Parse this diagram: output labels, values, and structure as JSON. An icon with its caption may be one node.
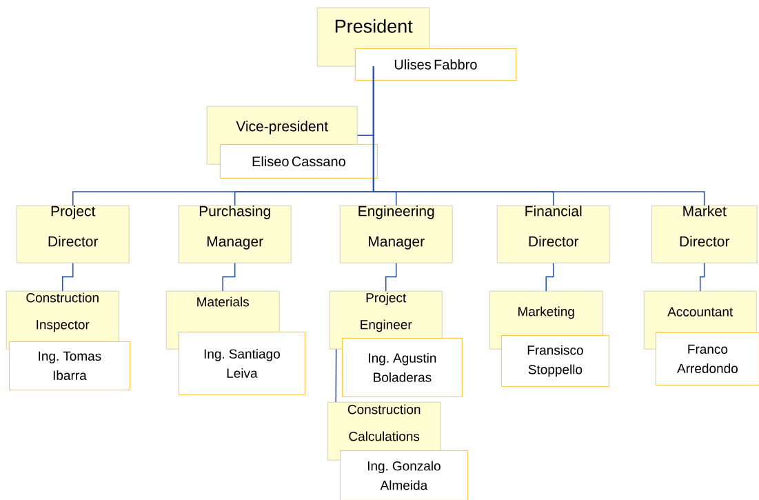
{
  "diagram": {
    "nodes": [
      {
        "text": [
          "President",
          "Ulises Fabbro"
        ]
      },
      {
        "text": [
          "Vice-president",
          "Eliseo Cassano"
        ]
      },
      {
        "text": [
          "Project Director"
        ]
      },
      {
        "text": [
          "Purchasing Manager"
        ]
      },
      {
        "text": [
          "Engineering Manager"
        ]
      },
      {
        "text": [
          "Financial Director"
        ]
      },
      {
        "text": [
          "Market Director"
        ]
      },
      {
        "text": [
          "Construction Inspector",
          "Ing. Tomas Ibarra"
        ]
      },
      {
        "text": [
          "Materials",
          "Ing. Santiago Leiva"
        ]
      },
      {
        "text": [
          "Project Engineer",
          "Ing. Agustin Boladeras"
        ]
      },
      {
        "text": [
          "Marketing",
          "Fransisco Stoppello"
        ]
      },
      {
        "text": [
          "Accountant",
          "Franco Arredondo"
        ]
      },
      {
        "text": [
          "Construction Calculations",
          "Ing. Gonzalo Almeida"
        ]
      }
    ],
    "edges": [
      {
        "from": 0,
        "to": 1,
        "arrow": "none"
      },
      {
        "from": 0,
        "to": 2,
        "arrow": "none"
      },
      {
        "from": 0,
        "to": 3,
        "arrow": "none"
      },
      {
        "from": 0,
        "to": 4,
        "arrow": "none"
      },
      {
        "from": 0,
        "to": 5,
        "arrow": "none"
      },
      {
        "from": 0,
        "to": 6,
        "arrow": "none"
      },
      {
        "from": 2,
        "to": 7,
        "arrow": "none"
      },
      {
        "from": 3,
        "to": 8,
        "arrow": "none"
      },
      {
        "from": 4,
        "to": 9,
        "arrow": "none"
      },
      {
        "from": 5,
        "to": 10,
        "arrow": "none"
      },
      {
        "from": 6,
        "to": 11,
        "arrow": "none"
      },
      {
        "from": 9,
        "to": 12,
        "arrow": "none"
      }
    ]
  }
}
